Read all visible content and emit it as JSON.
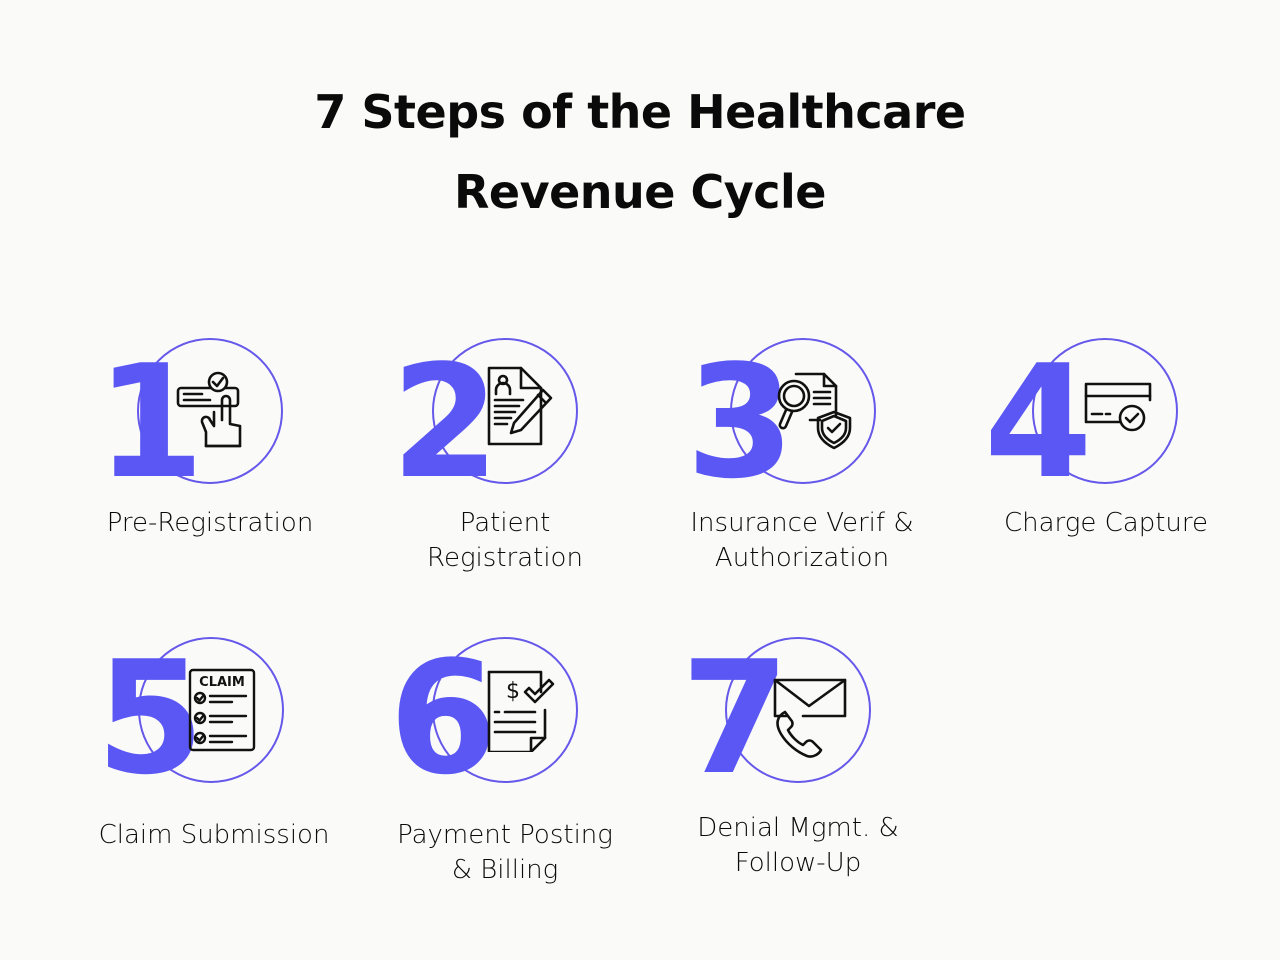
{
  "title": {
    "line1": "7 Steps of the Healthcare",
    "line2": "Revenue Cycle"
  },
  "colors": {
    "accent": "#5b57f5",
    "ring": "#6558ea",
    "background": "#fafaf8",
    "text": "#0a0a0a"
  },
  "steps": [
    {
      "number": "1",
      "icon": "pointer-checklist-icon",
      "label_lines": [
        "Pre-Registration"
      ]
    },
    {
      "number": "2",
      "icon": "patient-form-pencil-icon",
      "label_lines": [
        "Patient",
        "Registration"
      ]
    },
    {
      "number": "3",
      "icon": "document-search-shield-icon",
      "label_lines": [
        "Insurance Verif &",
        "Authorization"
      ]
    },
    {
      "number": "4",
      "icon": "credit-card-check-icon",
      "label_lines": [
        "Charge Capture"
      ]
    },
    {
      "number": "5",
      "icon": "claim-checklist-icon",
      "label_lines": [
        "Claim Submission"
      ],
      "icon_text": "CLAIM"
    },
    {
      "number": "6",
      "icon": "invoice-dollar-check-icon",
      "label_lines": [
        "Payment Posting",
        "& Billing"
      ],
      "icon_text": "$"
    },
    {
      "number": "7",
      "icon": "envelope-phone-icon",
      "label_lines": [
        "Denial Mgmt. &",
        "Follow-Up"
      ]
    }
  ]
}
